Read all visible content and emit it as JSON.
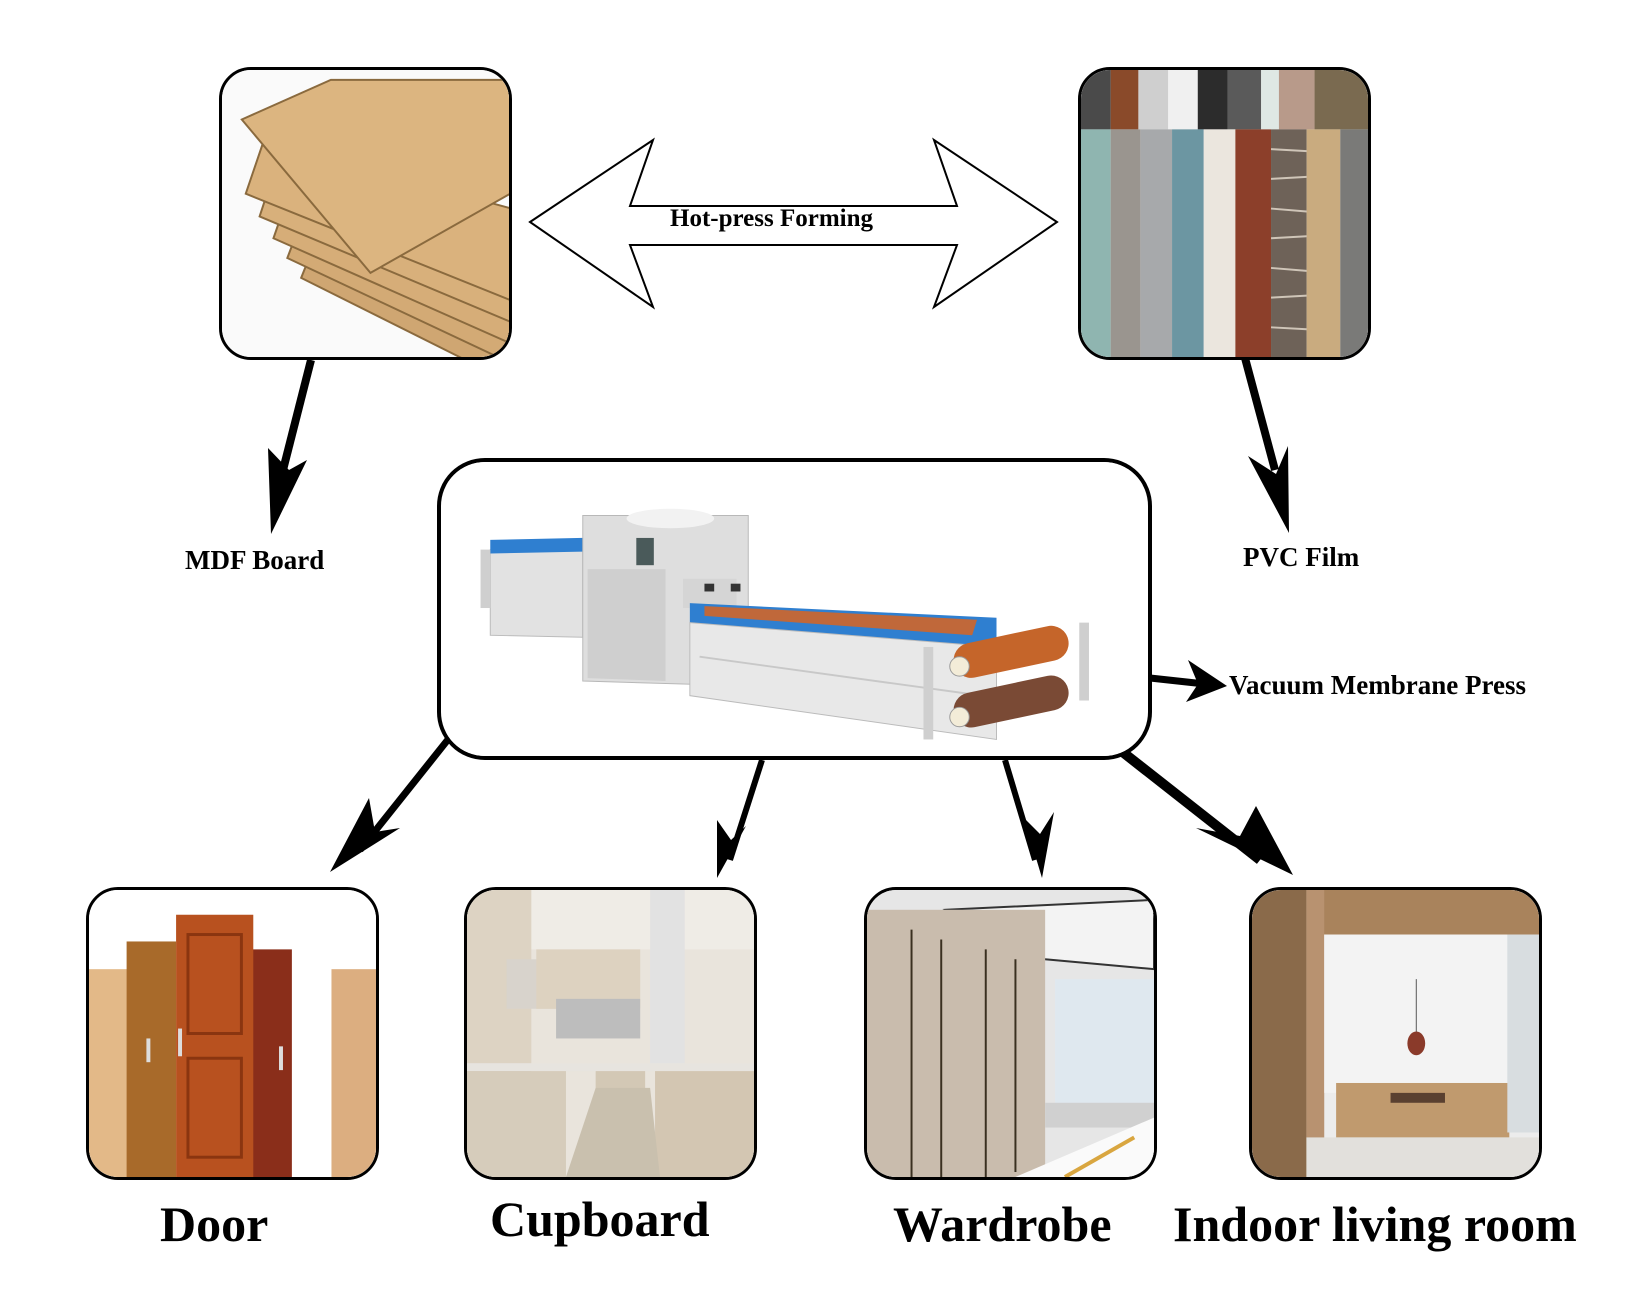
{
  "diagram": {
    "inputs": [
      {
        "id": "mdf",
        "image_label": "MDF board stack photo",
        "caption": "MDF Board"
      },
      {
        "id": "pvc",
        "image_label": "PVC film rolls photo",
        "caption": "PVC Film"
      }
    ],
    "process_link": {
      "label": "Hot-press Forming",
      "arrow_type": "double-headed"
    },
    "machine": {
      "image_label": "Vacuum membrane press machine photo",
      "caption": "Vacuum Membrane Press"
    },
    "applications": [
      {
        "id": "door",
        "image_label": "Wooden doors photo",
        "caption": "Door"
      },
      {
        "id": "cupboard",
        "image_label": "Kitchen cupboard photo",
        "caption": "Cupboard"
      },
      {
        "id": "wardrobe",
        "image_label": "Bedroom wardrobe photo",
        "caption": "Wardrobe"
      },
      {
        "id": "living",
        "image_label": "Indoor living room photo",
        "caption": "Indoor living room"
      }
    ],
    "colors": {
      "outline": "#000000",
      "background": "#ffffff",
      "mdf": "#d2a873",
      "machine_blue": "#2f7fd0",
      "machine_gray": "#dcdcdc",
      "roller_orange": "#c5652a",
      "roller_brown": "#7a4a35",
      "door_red": "#b2481c"
    }
  }
}
